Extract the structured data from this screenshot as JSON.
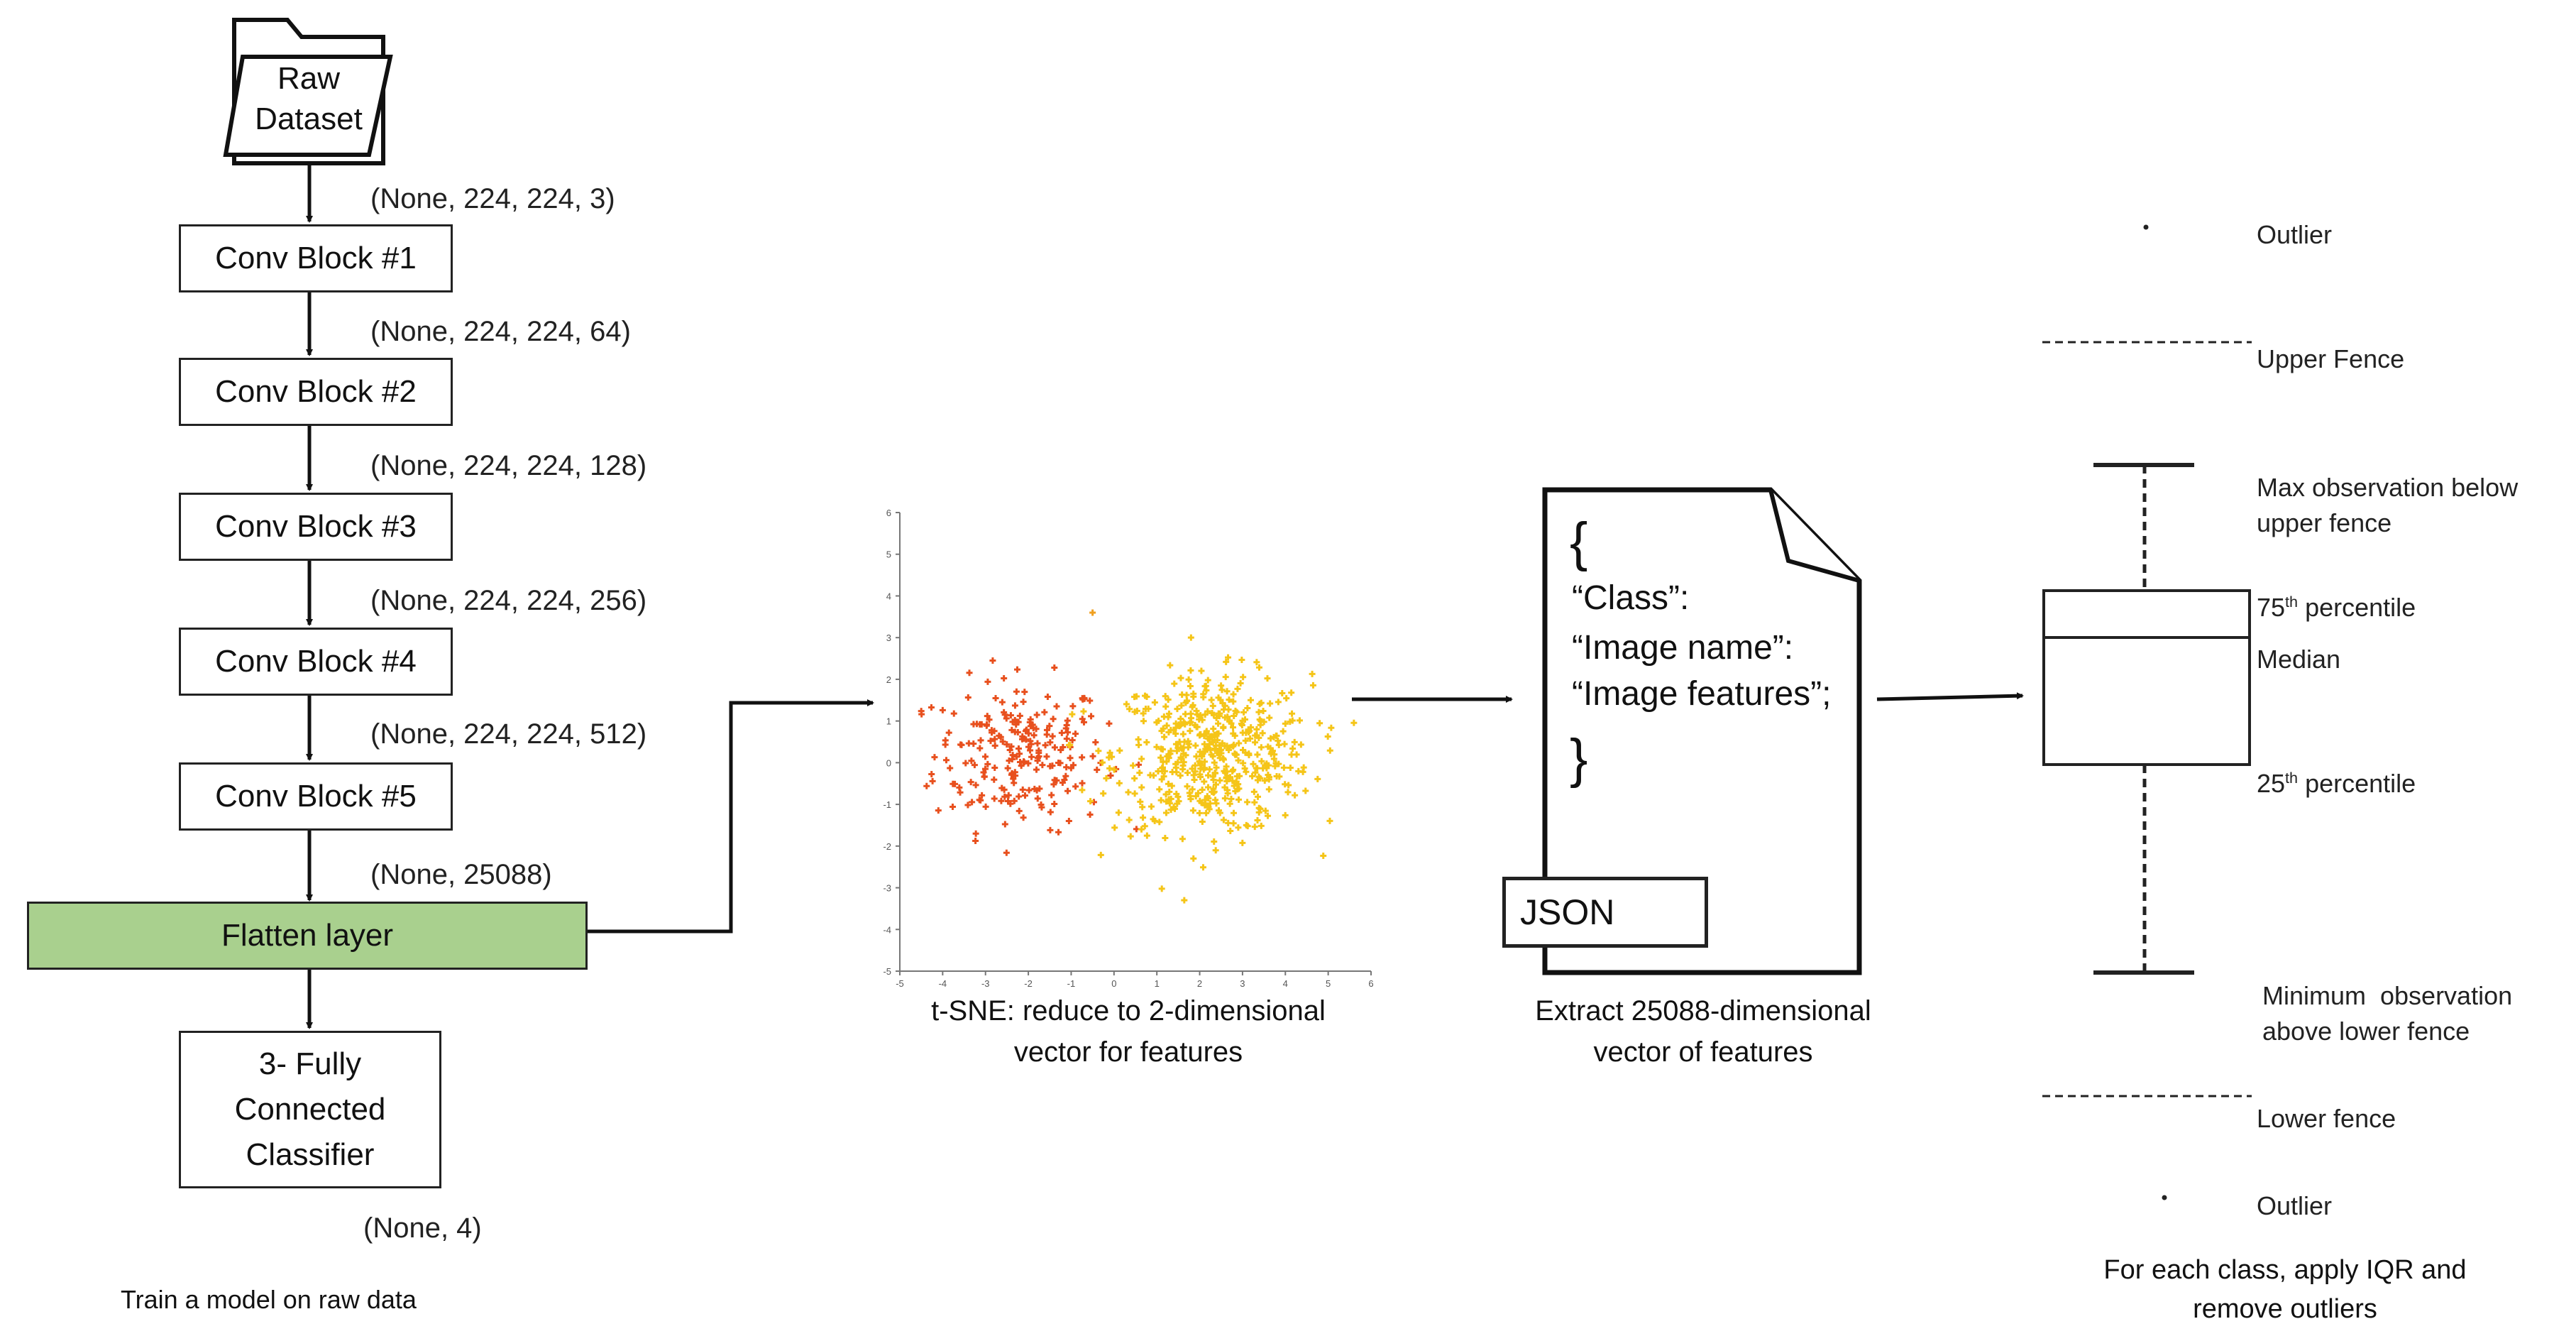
{
  "network": {
    "input": {
      "line1": "Raw",
      "line2": "Dataset"
    },
    "blocks": [
      "Conv Block #1",
      "Conv Block #2",
      "Conv Block #3",
      "Conv Block #4",
      "Conv Block #5"
    ],
    "flatten": "Flatten layer",
    "classifier": {
      "line1": "3- Fully",
      "line2": "Connected",
      "line3": "Classifier"
    },
    "shapes": [
      "(None, 224, 224, 3)",
      "(None, 224, 224, 64)",
      "(None, 224, 224, 128)",
      "(None, 224, 224, 256)",
      "(None, 224, 224, 512)",
      "(None, 25088)",
      "(None, 4)"
    ],
    "caption": "Train a model on raw data",
    "flatten_color": "#a9d08e"
  },
  "tsne": {
    "caption_line1": "t-SNE: reduce to 2-dimensional",
    "caption_line2": "vector for features",
    "colors": {
      "class_a": "#e8501e",
      "class_b": "#f5c518",
      "outlier": "#f0a020"
    }
  },
  "chart_data": {
    "type": "scatter",
    "title": "",
    "xlabel": "",
    "ylabel": "",
    "xlim": [
      -5,
      6
    ],
    "ylim": [
      -5,
      6
    ],
    "xticks": [
      -5,
      -4,
      -3,
      -2,
      -1,
      0,
      1,
      2,
      3,
      4,
      5,
      6
    ],
    "yticks": [
      -5,
      -4,
      -3,
      -2,
      -1,
      0,
      1,
      2,
      3,
      4,
      5,
      6
    ],
    "series": [
      {
        "color": "#e8501e",
        "center": [
          -2.2,
          0.2
        ],
        "spread": [
          1.0,
          0.9
        ],
        "count": 230
      },
      {
        "color": "#f5c518",
        "center": [
          2.3,
          0.2
        ],
        "spread": [
          1.15,
          0.95
        ],
        "count": 520
      }
    ],
    "points": [
      {
        "x": -0.5,
        "y": 3.6,
        "color": "#f0a020"
      }
    ]
  },
  "json_doc": {
    "open_brace": "{",
    "line1": "“Class”:",
    "line2": "“Image name”:",
    "line3": "“Image features”;",
    "close_brace": "}",
    "tag": "JSON",
    "caption_line1": "Extract 25088-dimensional",
    "caption_line2": "vector of features"
  },
  "boxplot": {
    "outlier_top": "Outlier",
    "upper_fence": "Upper Fence",
    "max_obs_line1": "Max observation below",
    "max_obs_line2": "upper fence",
    "p75_num": "75",
    "p75_sup": "th",
    "p75_rest": " percentile",
    "median": "Median",
    "p25_num": "25",
    "p25_sup": "th",
    "p25_rest": " percentile",
    "min_obs_line1": "Minimum  observation",
    "min_obs_line2": "above lower fence",
    "lower_fence": "Lower fence",
    "outlier_bottom": "Outlier",
    "caption_line1": "For each class, apply IQR and",
    "caption_line2": "remove outliers"
  }
}
